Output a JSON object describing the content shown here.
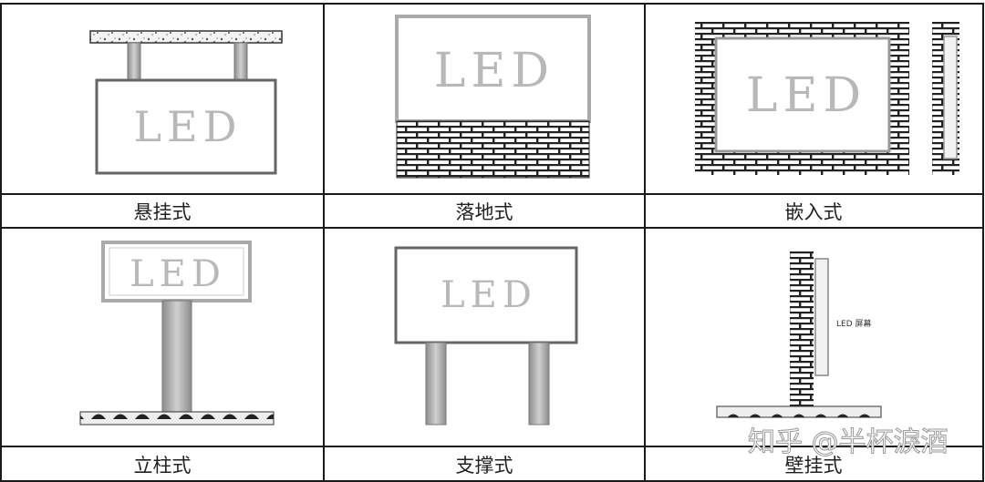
{
  "panels": [
    {
      "label": "悬挂式",
      "screen_text": "LED"
    },
    {
      "label": "落地式",
      "screen_text": "LED"
    },
    {
      "label": "嵌入式",
      "screen_text": "LED"
    },
    {
      "label": "立柱式",
      "screen_text": "LED"
    },
    {
      "label": "支撑式",
      "screen_text": "LED"
    },
    {
      "label": "壁挂式",
      "screen_text": "",
      "screen_note": "LED 屏幕"
    }
  ],
  "watermark": "知乎 @半杯淚酒",
  "colors": {
    "border": "#1a1a1a",
    "screen_text": "#b8b8b8",
    "pole": "#a9a9a9",
    "brick": "#222222"
  }
}
